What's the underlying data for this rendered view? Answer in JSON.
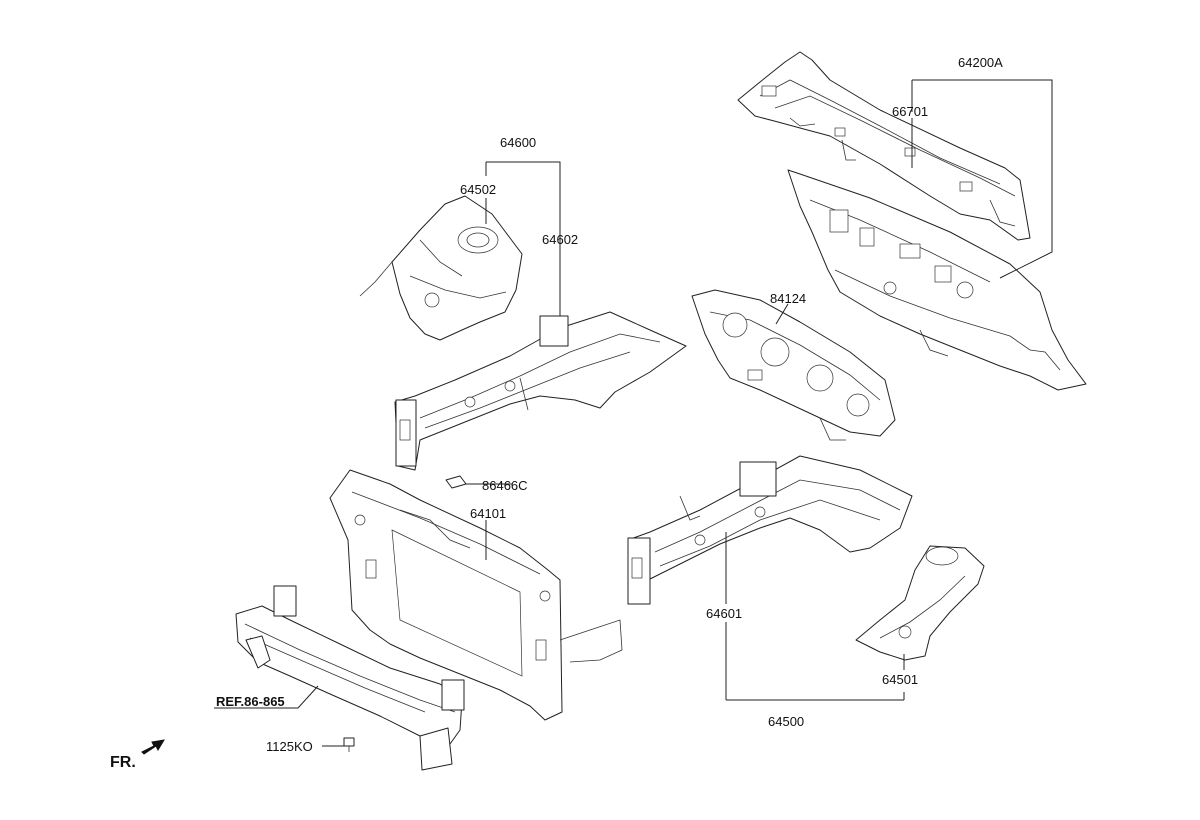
{
  "labels": {
    "p64200A": "64200A",
    "p66701": "66701",
    "p64600": "64600",
    "p64502": "64502",
    "p64602": "64602",
    "p84124": "84124",
    "p86466C": "86466C",
    "p64101": "64101",
    "p64601": "64601",
    "p64501": "64501",
    "p64500": "64500",
    "ref": "REF.86-865",
    "p1125KO": "1125KO",
    "fr": "FR."
  },
  "icons": {
    "front_direction": "arrow-icon"
  }
}
